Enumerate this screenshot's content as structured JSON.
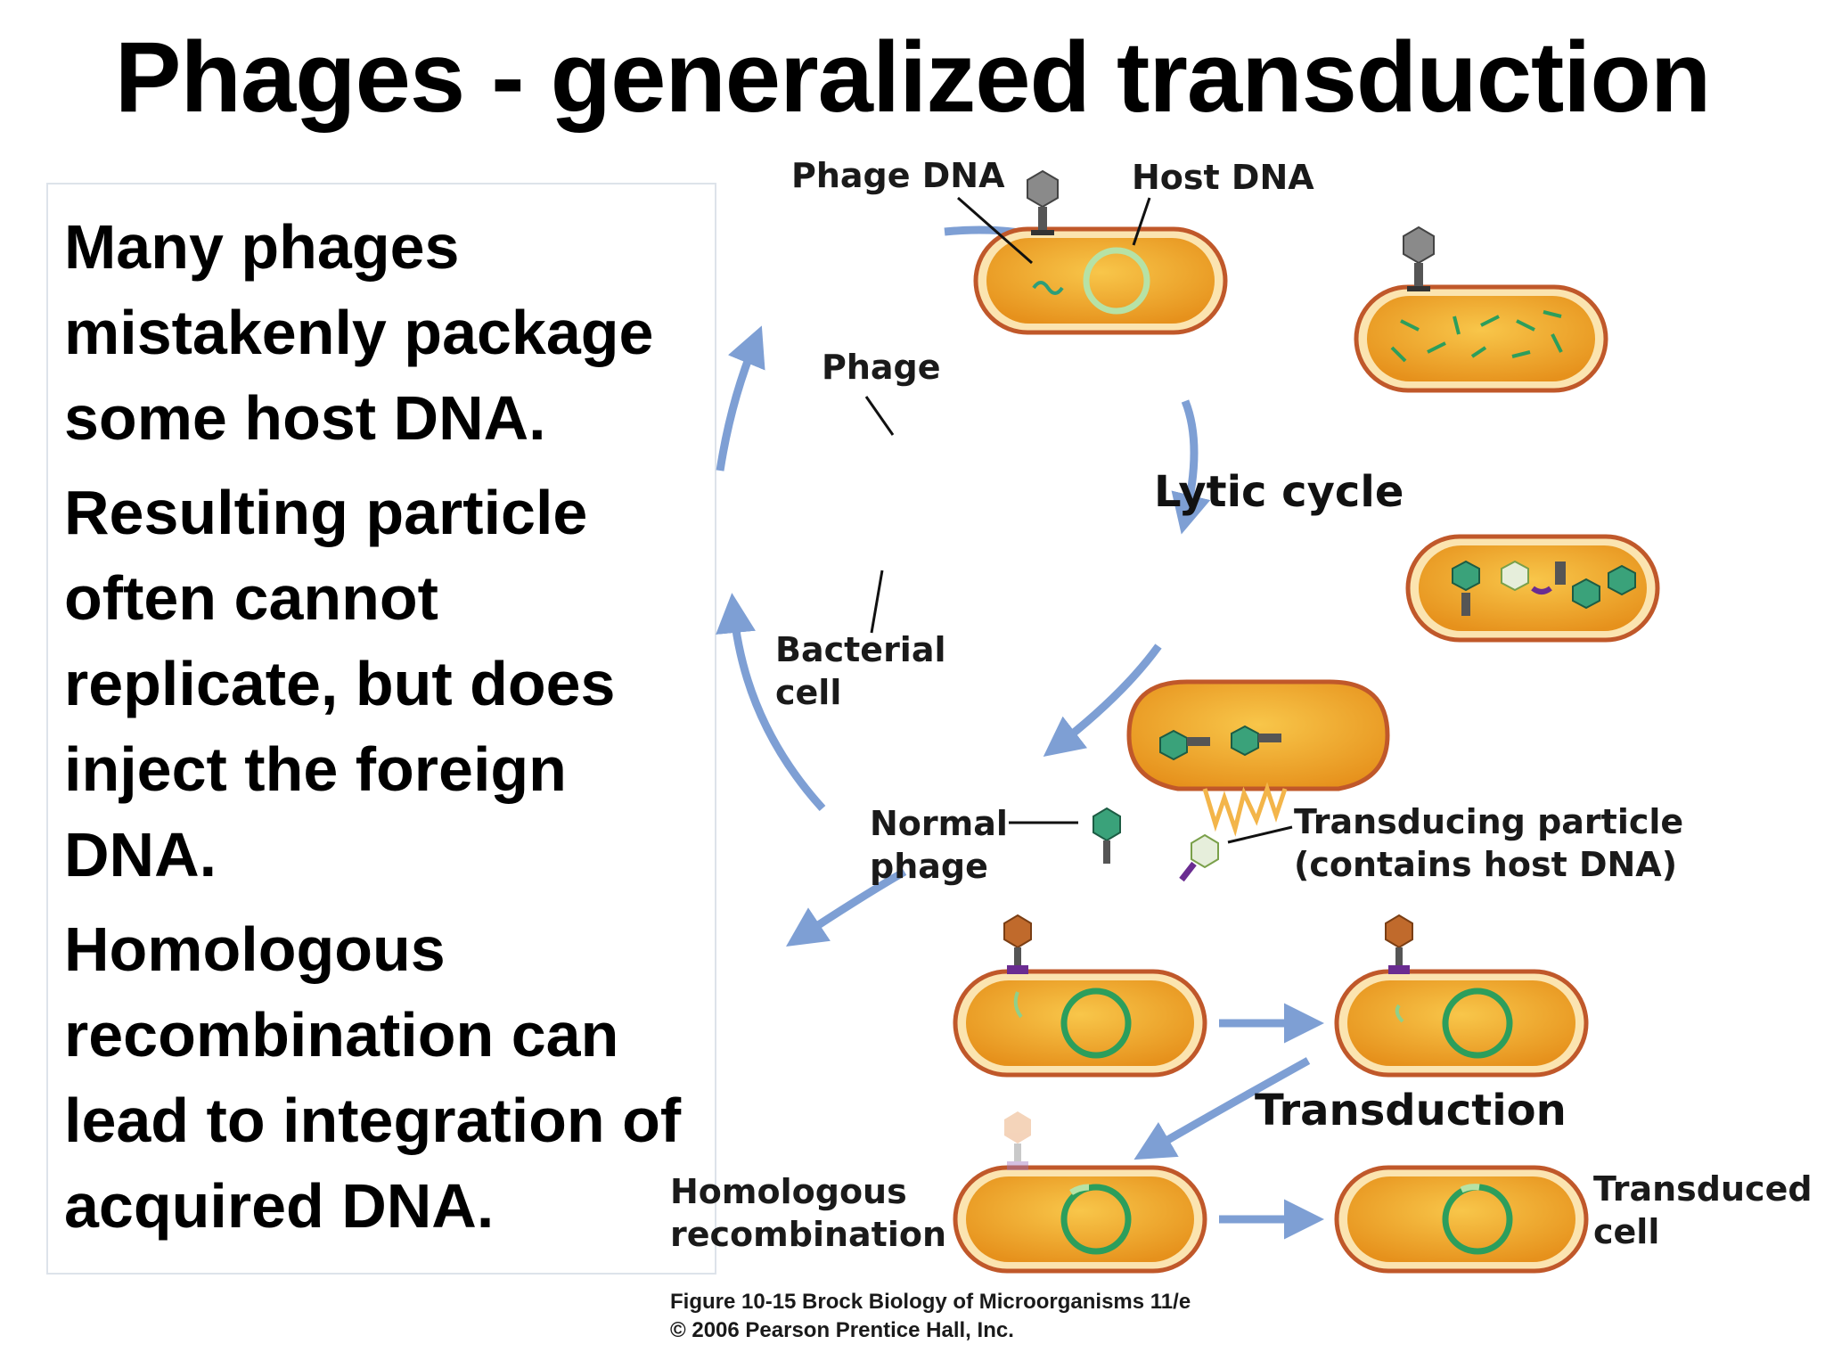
{
  "slide": {
    "title": "Phages - generalized transduction",
    "paragraphs": [
      "Many phages mistakenly package some host DNA.",
      "Resulting particle often cannot replicate, but does inject the foreign DNA.",
      "Homologous recombination can lead to integration of acquired DNA."
    ]
  },
  "diagram": {
    "labels": {
      "phage_dna": "Phage DNA",
      "host_dna": "Host DNA",
      "phage": "Phage",
      "bacterial_cell_1": "Bacterial",
      "bacterial_cell_2": "cell",
      "lytic_cycle": "Lytic cycle",
      "normal_phage_1": "Normal",
      "normal_phage_2": "phage",
      "transducing_particle_1": "Transducing particle",
      "transducing_particle_2": "(contains host DNA)",
      "transduction": "Transduction",
      "homologous_recombination_1": "Homologous",
      "homologous_recombination_2": "recombination",
      "transduced_cell_1": "Transduced",
      "transduced_cell_2": "cell"
    },
    "caption": {
      "line1": "Figure 10-15  Brock Biology of Microorganisms 11/e",
      "line2": "© 2006 Pearson Prentice Hall, Inc."
    },
    "colors": {
      "cell_fill": "#f3a31f",
      "cell_outline": "#c0582a",
      "arrow": "#7e9fd4",
      "host_dna_ring": "#2c9e5c",
      "phage_head_grey": "#8a8a8a",
      "phage_head_green": "#3aa27a",
      "phage_head_orange": "#c06a2c"
    }
  }
}
